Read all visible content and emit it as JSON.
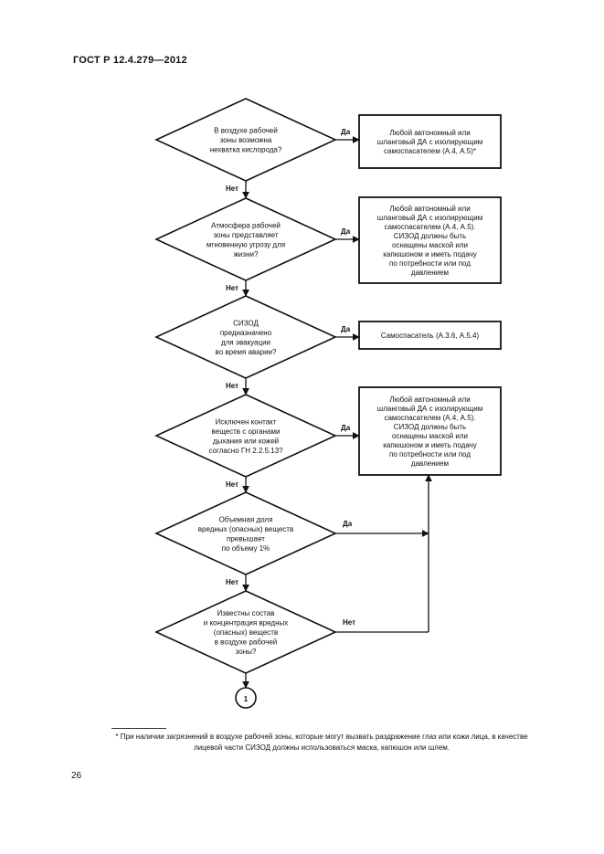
{
  "header": {
    "doc_id": "ГОСТ Р 12.4.279—2012"
  },
  "decisions": [
    {
      "lines": [
        "В воздухе рабочей",
        "зоны возможна",
        "нехватка кислорода?"
      ],
      "yes_label": "Да",
      "no_label": "Нет"
    },
    {
      "lines": [
        "Атмосфера рабочей",
        "зоны представляет",
        "мгновенную угрозу для",
        "жизни?"
      ],
      "yes_label": "Да",
      "no_label": "Нет"
    },
    {
      "lines": [
        "СИЗОД",
        "предназначено",
        "для эвакуации",
        "во время аварии?"
      ],
      "yes_label": "Да",
      "no_label": "Нет"
    },
    {
      "lines": [
        "Исключен контакт",
        "веществ с органами",
        "дыхания или кожей",
        "согласно ГН 2.2.5.13?"
      ],
      "yes_label": "Да",
      "no_label": "Нет"
    },
    {
      "lines": [
        "Объемная доля",
        "вредных (опасных) веществ",
        "превышает",
        "по объему 1%"
      ],
      "yes_label": "Да",
      "no_label": "Нет"
    },
    {
      "lines": [
        "Известны состав",
        "и концентрация вредных",
        "(опасных) веществ",
        "в воздухе рабочей",
        "зоны?"
      ],
      "yes_label": "Нет"
    }
  ],
  "outcomes": [
    {
      "lines": [
        "Любой автономный или",
        "шланговый ДА с изолирующим",
        "самоспасателем (А.4, А.5)*"
      ]
    },
    {
      "lines": [
        "Любой автономный или",
        "шланговый ДА с изолирующим",
        "самоспасателем (А.4, А.5).",
        "СИЗОД должны быть",
        "оснащены маской или",
        "капюшоном и иметь подачу",
        "по потребности или под",
        "давлением"
      ]
    },
    {
      "lines": [
        "Самоспасатель (А.3.6, А.5.4)"
      ]
    },
    {
      "lines": [
        "Любой автономный или",
        "шланговый ДА с изолирующим",
        "самоспасателем (А.4, А.5).",
        "СИЗОД должны быть",
        "оснащены маской или",
        "капюшоном и иметь подачу",
        "по потребности или под",
        "давлением"
      ]
    }
  ],
  "connector": {
    "label": "1"
  },
  "footnote": "* При наличии загрязнений в воздухе рабочей зоны, которые могут вызвать раздражение глаз или кожи лица, в качестве лицевой части СИЗОД должны использоваться маска, капюшон или шлем.",
  "page_number": "26"
}
